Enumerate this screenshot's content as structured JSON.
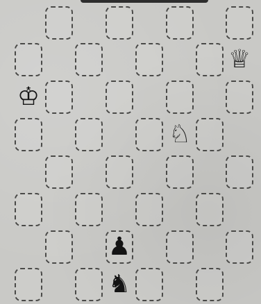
{
  "board": {
    "rows": 8,
    "cols": 8,
    "squares": [
      {
        "row": 0,
        "col": 1
      },
      {
        "row": 0,
        "col": 3
      },
      {
        "row": 0,
        "col": 5
      },
      {
        "row": 0,
        "col": 7
      },
      {
        "row": 1,
        "col": 0
      },
      {
        "row": 1,
        "col": 2
      },
      {
        "row": 1,
        "col": 4
      },
      {
        "row": 1,
        "col": 6
      },
      {
        "row": 2,
        "col": 1
      },
      {
        "row": 2,
        "col": 3
      },
      {
        "row": 2,
        "col": 5
      },
      {
        "row": 2,
        "col": 7
      },
      {
        "row": 3,
        "col": 0
      },
      {
        "row": 3,
        "col": 2
      },
      {
        "row": 3,
        "col": 4
      },
      {
        "row": 3,
        "col": 6
      },
      {
        "row": 4,
        "col": 1
      },
      {
        "row": 4,
        "col": 3
      },
      {
        "row": 4,
        "col": 5
      },
      {
        "row": 4,
        "col": 7
      },
      {
        "row": 5,
        "col": 0
      },
      {
        "row": 5,
        "col": 2
      },
      {
        "row": 5,
        "col": 4
      },
      {
        "row": 5,
        "col": 6
      },
      {
        "row": 6,
        "col": 1
      },
      {
        "row": 6,
        "col": 3
      },
      {
        "row": 6,
        "col": 5
      },
      {
        "row": 6,
        "col": 7
      },
      {
        "row": 7,
        "col": 0
      },
      {
        "row": 7,
        "col": 2
      },
      {
        "row": 7,
        "col": 4
      },
      {
        "row": 7,
        "col": 6
      }
    ],
    "pieces": [
      {
        "name": "white-queen",
        "glyph": "♕",
        "row": 1,
        "col": 7
      },
      {
        "name": "white-king",
        "glyph": "♔",
        "row": 2,
        "col": 0
      },
      {
        "name": "white-knight",
        "glyph": "♘",
        "row": 3,
        "col": 5
      },
      {
        "name": "black-pawn",
        "glyph": "♟",
        "row": 6,
        "col": 3
      },
      {
        "name": "black-knight",
        "glyph": "♞",
        "row": 7,
        "col": 3
      }
    ]
  }
}
